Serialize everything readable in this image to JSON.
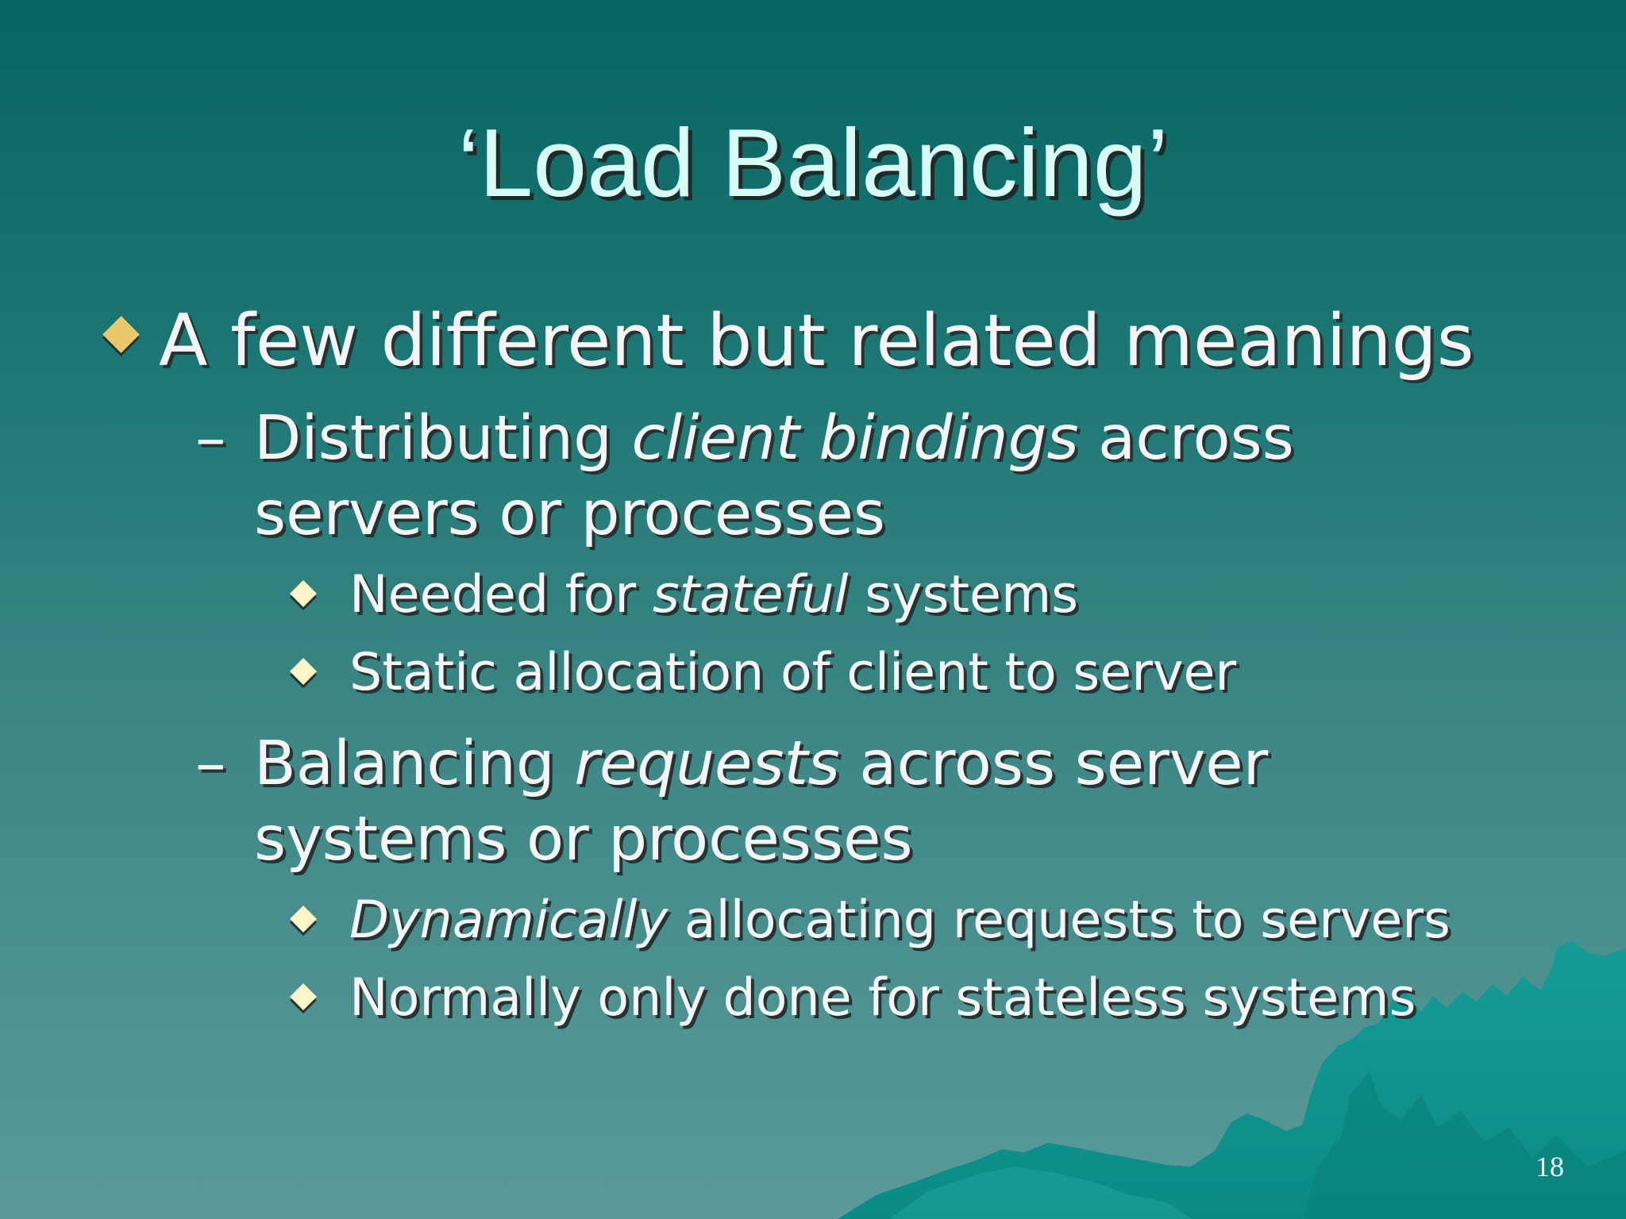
{
  "slide": {
    "title": "‘Load Balancing’",
    "bullet1": "A few different but related meanings",
    "sub1": {
      "pre": "Distributing ",
      "em": "client bindings",
      "post": " across",
      "line2": "servers or processes"
    },
    "sub1_items": [
      {
        "pre": "Needed for ",
        "em": "stateful",
        "post": " systems"
      },
      {
        "text": "Static allocation of client to server"
      }
    ],
    "sub2": {
      "pre": "Balancing ",
      "em": "requests",
      "post": " across server",
      "line2": "systems or processes"
    },
    "sub2_items": [
      {
        "em": "Dynamically",
        "post": " allocating requests to servers"
      },
      {
        "text": "Normally only done for stateless systems"
      }
    ],
    "dash": "–",
    "page_number": "18"
  },
  "colors": {
    "background_top": "#066561",
    "background_bottom": "#5a9a9a",
    "title_text": "#d8fbf6",
    "body_text": "#f4f4f4",
    "level1_bullet": "#e8c86a",
    "level3_bullet": "#fdf6c8",
    "mountains": "#0f9e98"
  }
}
